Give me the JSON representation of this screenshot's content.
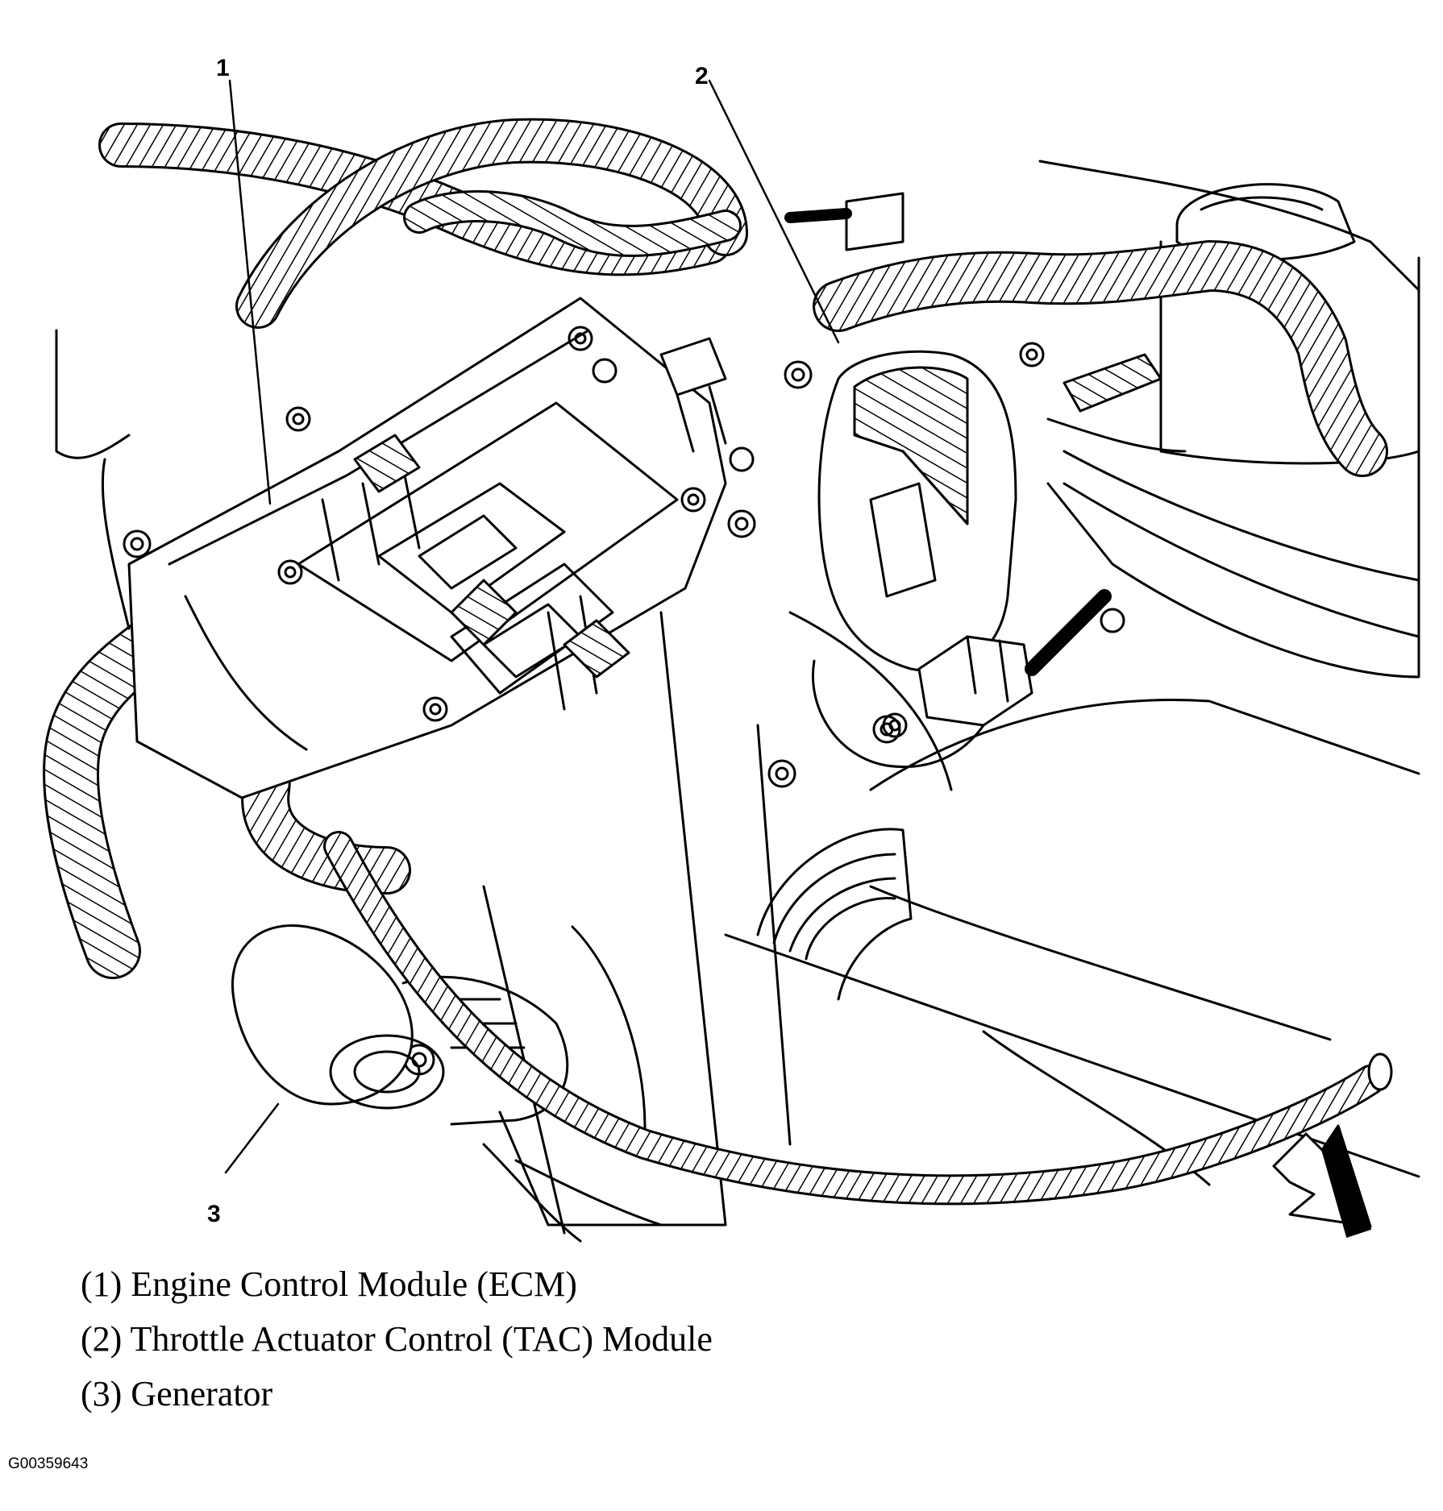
{
  "callouts": [
    {
      "label": "1"
    },
    {
      "label": "2"
    },
    {
      "label": "3"
    }
  ],
  "legend": [
    {
      "text": "(1) Engine Control Module (ECM)"
    },
    {
      "text": "(2) Throttle Actuator Control (TAC) Module"
    },
    {
      "text": "(3) Generator"
    }
  ],
  "figure_id": "G00359643",
  "icons": {
    "direction_arrow": "front-direction-arrow-icon"
  }
}
